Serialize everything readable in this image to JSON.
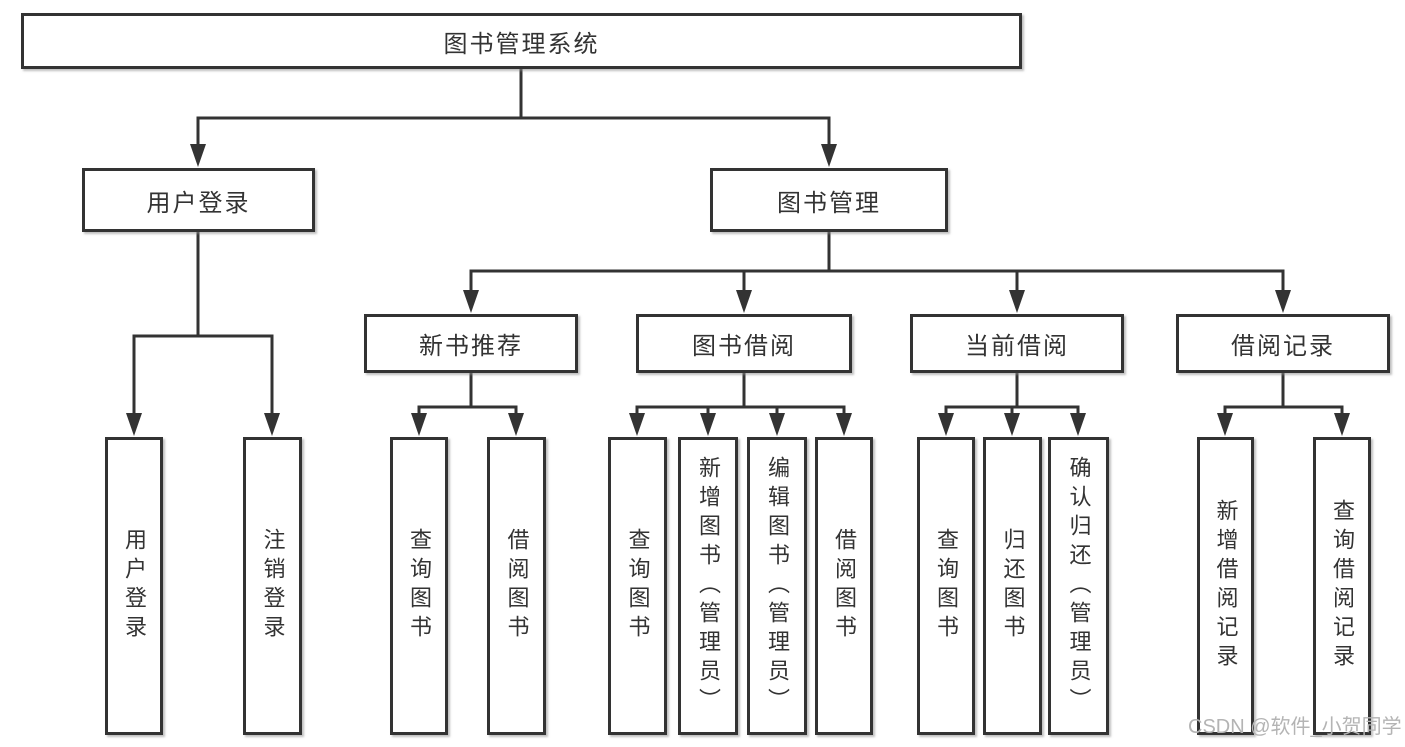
{
  "diagram": {
    "root": {
      "label": "图书管理系统"
    },
    "level2": [
      {
        "id": "user-login",
        "label": "用户登录"
      },
      {
        "id": "book-management",
        "label": "图书管理"
      }
    ],
    "level3": [
      {
        "id": "new-book-recommend",
        "label": "新书推荐",
        "parent": "图书管理"
      },
      {
        "id": "book-borrow",
        "label": "图书借阅",
        "parent": "图书管理"
      },
      {
        "id": "current-borrow",
        "label": "当前借阅",
        "parent": "图书管理"
      },
      {
        "id": "borrow-records",
        "label": "借阅记录",
        "parent": "图书管理"
      }
    ],
    "leaves": [
      {
        "id": "user-login-leaf",
        "label": "用户登录",
        "parent": "用户登录"
      },
      {
        "id": "logout",
        "label": "注销登录",
        "parent": "用户登录"
      },
      {
        "id": "query-books-1",
        "label": "查询图书",
        "parent": "新书推荐"
      },
      {
        "id": "borrow-books-1",
        "label": "借阅图书",
        "parent": "新书推荐"
      },
      {
        "id": "query-books-2",
        "label": "查询图书",
        "parent": "图书借阅"
      },
      {
        "id": "add-books-admin",
        "label": "新增图书（管理员）",
        "parent": "图书借阅"
      },
      {
        "id": "edit-books-admin",
        "label": "编辑图书（管理员）",
        "parent": "图书借阅"
      },
      {
        "id": "borrow-books-2",
        "label": "借阅图书",
        "parent": "图书借阅"
      },
      {
        "id": "query-books-3",
        "label": "查询图书",
        "parent": "当前借阅"
      },
      {
        "id": "return-books",
        "label": "归还图书",
        "parent": "当前借阅"
      },
      {
        "id": "confirm-return-admin",
        "label": "确认归还（管理员）",
        "parent": "当前借阅"
      },
      {
        "id": "add-borrow-record",
        "label": "新增借阅记录",
        "parent": "借阅记录"
      },
      {
        "id": "query-borrow-record",
        "label": "查询借阅记录",
        "parent": "借阅记录"
      }
    ]
  },
  "watermark": {
    "text": "CSDN @软件_小贺同学"
  },
  "colors": {
    "line": "#333333",
    "box_border": "#333333",
    "box_fill": "#ffffff",
    "text": "#333333",
    "watermark": "#b4b4b4",
    "background": "#ffffff"
  }
}
